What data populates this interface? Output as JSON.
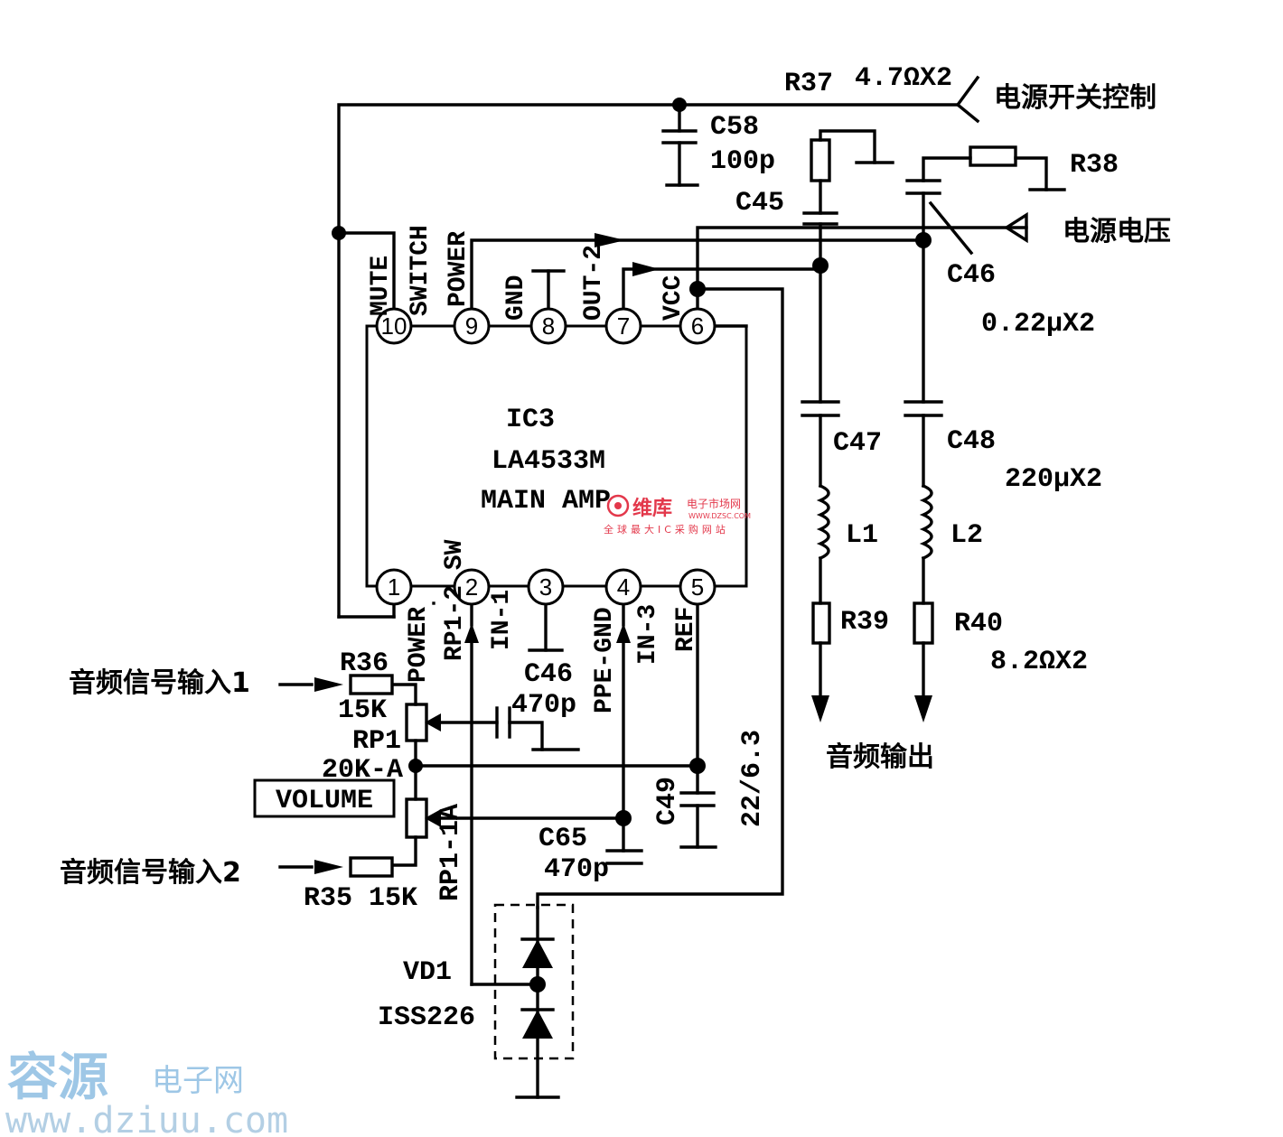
{
  "ic": {
    "ref": "IC3",
    "part": "LA4533M",
    "desc": "MAIN AMP",
    "pins_top": [
      "10",
      "9",
      "8",
      "7",
      "6"
    ],
    "pins_bottom": [
      "1",
      "2",
      "3",
      "4",
      "5"
    ],
    "labels_top": [
      "MUTE",
      "SWITCH",
      "POWER",
      "GND",
      "OUT-2",
      "VCC"
    ],
    "labels_bottom": [
      "POWER",
      "RP1-2 SW",
      "IN-1",
      "PPE-GND",
      "IN-3",
      "REF"
    ]
  },
  "components": {
    "r37": "R37",
    "r37_val": "4.7ΩX2",
    "c58": "C58",
    "c58_val": "100p",
    "c45": "C45",
    "r38": "R38",
    "c46_top": "C46",
    "c46_val": "0.22μX2",
    "c47": "C47",
    "c48": "C48",
    "c47_48_val": "220μX2",
    "l1": "L1",
    "l2": "L2",
    "r39": "R39",
    "r40": "R40",
    "r39_40_val": "8.2ΩX2",
    "r36": "R36",
    "r36_val": "15K",
    "rp1": "RP1",
    "rp1_val": "20K-A",
    "rp1_2": "RP1-2",
    "rp1_1": "RP1-1A",
    "volume": "VOLUME",
    "c46_bot": "C46",
    "c46_bot_val": "470p",
    "c65": "C65",
    "c65_val": "470p",
    "c49": "C49",
    "c49_val": "22/6.3",
    "r35": "R35",
    "r35_val": "15K",
    "vd1": "VD1",
    "vd1_val": "ISS226"
  },
  "signals": {
    "power_switch_ctrl": "电源开关控制",
    "power_voltage": "电源电压",
    "audio_in_1": "音频信号输入1",
    "audio_in_2": "音频信号输入2",
    "audio_out": "音频输出"
  },
  "watermarks": {
    "wk_brand": "维库",
    "wk_site": "电子市场网",
    "wk_url": "WWW.DZSC.COM",
    "wk_slogan": "全球最大IC采购网站",
    "ry_brand": "容源",
    "ry_sub": "电子网",
    "ry_url": "www.dziuu.com"
  },
  "colors": {
    "ink": "#000000",
    "wm_red": "#e3384b",
    "wm_blue": "#9ec7e6"
  }
}
